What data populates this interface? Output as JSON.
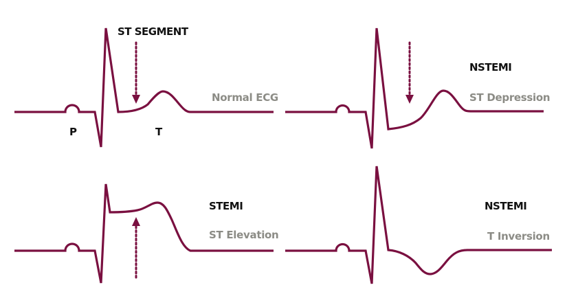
{
  "colors": {
    "trace": "#7a1040",
    "title_text": "#111111",
    "subtitle_text": "#8c8c86",
    "background": "#ffffff"
  },
  "panels": [
    {
      "id": "normal",
      "title": "",
      "subtitle": "Normal ECG",
      "annotation": "ST SEGMENT",
      "wave_labels": {
        "p": "P",
        "t": "T"
      },
      "arrow_direction": "down"
    },
    {
      "id": "st-depression",
      "title": "NSTEMI",
      "subtitle": "ST Depression",
      "arrow_direction": "down"
    },
    {
      "id": "st-elevation",
      "title": "STEMI",
      "subtitle": "ST Elevation",
      "arrow_direction": "up"
    },
    {
      "id": "t-inversion",
      "title": "NSTEMI",
      "subtitle": "T Inversion"
    }
  ]
}
